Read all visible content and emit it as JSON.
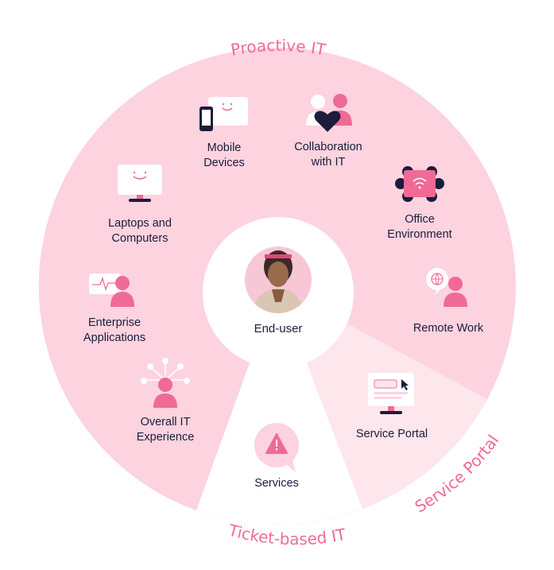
{
  "segments": {
    "proactive": "Proactive IT",
    "ticket": "Ticket-based IT",
    "portal": "Service Portal"
  },
  "center": {
    "label": "End-user",
    "avatar_icon": "person-photo-avatar"
  },
  "items": {
    "mobile": {
      "line1": "Mobile",
      "line2": "Devices",
      "icon": "mobile-devices-icon"
    },
    "collab": {
      "line1": "Collaboration",
      "line2": "with IT",
      "icon": "collaboration-heart-icon"
    },
    "laptops": {
      "line1": "Laptops and",
      "line2": "Computers",
      "icon": "monitor-icon"
    },
    "office": {
      "line1": "Office",
      "line2": "Environment",
      "icon": "office-table-icon"
    },
    "enterprise": {
      "line1": "Enterprise",
      "line2": "Applications",
      "icon": "user-app-icon"
    },
    "remote": {
      "line1": "Remote Work",
      "icon": "globe-user-icon"
    },
    "experience": {
      "line1": "Overall IT",
      "line2": "Experience",
      "icon": "user-network-icon"
    },
    "portal": {
      "line1": "Service Portal",
      "icon": "portal-screen-icon"
    },
    "services": {
      "line1": "Services",
      "icon": "warning-bubble-icon"
    }
  },
  "colors": {
    "proactive_fill": "#fcd3df",
    "portal_fill": "#fde6ec",
    "ticket_fill": "#ffffff",
    "accent": "#f06a96",
    "text": "#1c1c3a"
  }
}
